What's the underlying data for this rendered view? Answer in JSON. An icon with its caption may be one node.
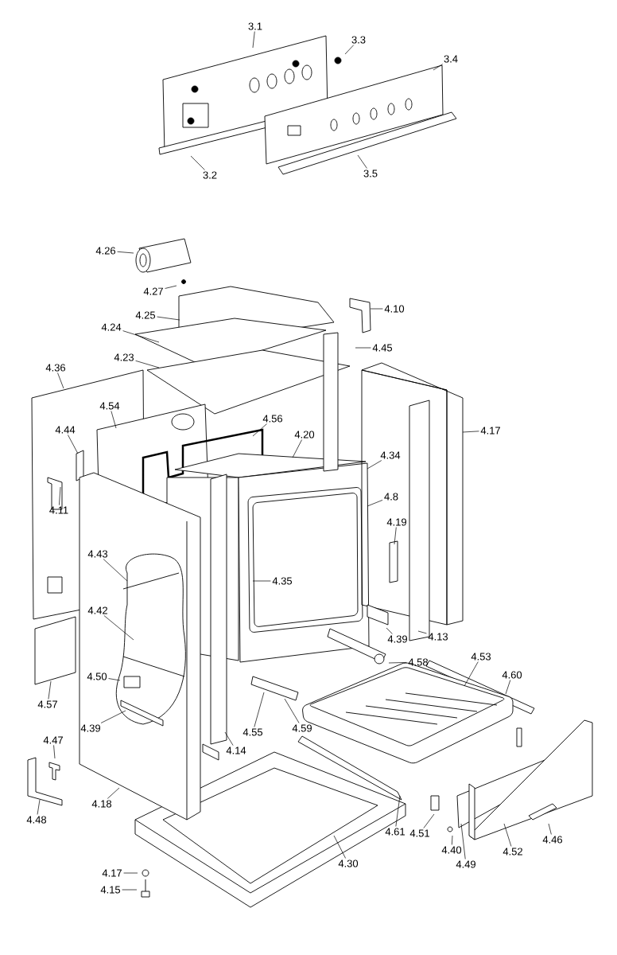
{
  "diagram": {
    "nodes": [
      {
        "text": [
          "3.1"
        ]
      },
      {
        "text": [
          "3.3"
        ]
      },
      {
        "text": [
          "3.4"
        ]
      },
      {
        "text": [
          "3.5"
        ]
      },
      {
        "text": [
          "3.2"
        ]
      },
      {
        "text": [
          "4.26"
        ]
      },
      {
        "text": [
          "4.27"
        ]
      },
      {
        "text": [
          "4.10"
        ]
      },
      {
        "text": [
          "4.25"
        ]
      },
      {
        "text": [
          "4.24"
        ]
      },
      {
        "text": [
          "4.45"
        ]
      },
      {
        "text": [
          "4.23"
        ]
      },
      {
        "text": [
          "4.36"
        ]
      },
      {
        "text": [
          "4.54"
        ]
      },
      {
        "text": [
          "4.56"
        ]
      },
      {
        "text": [
          "4.17"
        ]
      },
      {
        "text": [
          "4.44"
        ]
      },
      {
        "text": [
          "4.20"
        ]
      },
      {
        "text": [
          "4.34"
        ]
      },
      {
        "text": [
          "4.8"
        ]
      },
      {
        "text": [
          "4.11"
        ]
      },
      {
        "text": [
          "4.19"
        ]
      },
      {
        "text": [
          "4.43"
        ]
      },
      {
        "text": [
          "4.35"
        ]
      },
      {
        "text": [
          "4.42"
        ]
      },
      {
        "text": [
          "4.39"
        ]
      },
      {
        "text": [
          "4.13"
        ]
      },
      {
        "text": [
          "4.58"
        ]
      },
      {
        "text": [
          "4.53"
        ]
      },
      {
        "text": [
          "4.60"
        ]
      },
      {
        "text": [
          "4.50"
        ]
      },
      {
        "text": [
          "4.57"
        ]
      },
      {
        "text": [
          "4.39"
        ]
      },
      {
        "text": [
          "4.55"
        ]
      },
      {
        "text": [
          "4.59"
        ]
      },
      {
        "text": [
          "4.14"
        ]
      },
      {
        "text": [
          "4.47"
        ]
      },
      {
        "text": [
          "4.18"
        ]
      },
      {
        "text": [
          "4.48"
        ]
      },
      {
        "text": [
          "4.61"
        ]
      },
      {
        "text": [
          "4.51"
        ]
      },
      {
        "text": [
          "4.40"
        ]
      },
      {
        "text": [
          "4.49"
        ]
      },
      {
        "text": [
          "4.52"
        ]
      },
      {
        "text": [
          "4.46"
        ]
      },
      {
        "text": [
          "4.30"
        ]
      },
      {
        "text": [
          "4.17"
        ]
      },
      {
        "text": [
          "4.15"
        ]
      }
    ],
    "edges": [
      {
        "from": 0,
        "to": null,
        "arrow": "none"
      },
      {
        "from": 1,
        "to": null,
        "arrow": "none"
      },
      {
        "from": 2,
        "to": null,
        "arrow": "none"
      },
      {
        "from": 3,
        "to": null,
        "arrow": "none"
      },
      {
        "from": 4,
        "to": null,
        "arrow": "none"
      },
      {
        "from": 5,
        "to": null,
        "arrow": "none"
      },
      {
        "from": 6,
        "to": null,
        "arrow": "none"
      },
      {
        "from": 7,
        "to": null,
        "arrow": "none"
      },
      {
        "from": 8,
        "to": null,
        "arrow": "none"
      },
      {
        "from": 9,
        "to": null,
        "arrow": "none"
      },
      {
        "from": 10,
        "to": null,
        "arrow": "none"
      },
      {
        "from": 11,
        "to": null,
        "arrow": "none"
      },
      {
        "from": 12,
        "to": null,
        "arrow": "none"
      },
      {
        "from": 13,
        "to": null,
        "arrow": "none"
      },
      {
        "from": 14,
        "to": null,
        "arrow": "none"
      },
      {
        "from": 15,
        "to": null,
        "arrow": "none"
      },
      {
        "from": 16,
        "to": null,
        "arrow": "none"
      },
      {
        "from": 17,
        "to": null,
        "arrow": "none"
      },
      {
        "from": 18,
        "to": null,
        "arrow": "none"
      },
      {
        "from": 19,
        "to": null,
        "arrow": "none"
      },
      {
        "from": 20,
        "to": null,
        "arrow": "none"
      },
      {
        "from": 21,
        "to": null,
        "arrow": "none"
      },
      {
        "from": 22,
        "to": null,
        "arrow": "none"
      },
      {
        "from": 23,
        "to": null,
        "arrow": "none"
      },
      {
        "from": 24,
        "to": null,
        "arrow": "none"
      },
      {
        "from": 25,
        "to": null,
        "arrow": "none"
      },
      {
        "from": 26,
        "to": null,
        "arrow": "none"
      },
      {
        "from": 27,
        "to": null,
        "arrow": "none"
      },
      {
        "from": 28,
        "to": null,
        "arrow": "none"
      },
      {
        "from": 29,
        "to": null,
        "arrow": "none"
      },
      {
        "from": 30,
        "to": null,
        "arrow": "none"
      },
      {
        "from": 31,
        "to": null,
        "arrow": "none"
      },
      {
        "from": 32,
        "to": null,
        "arrow": "none"
      },
      {
        "from": 33,
        "to": null,
        "arrow": "none"
      },
      {
        "from": 34,
        "to": null,
        "arrow": "none"
      },
      {
        "from": 35,
        "to": null,
        "arrow": "none"
      },
      {
        "from": 36,
        "to": null,
        "arrow": "none"
      },
      {
        "from": 37,
        "to": null,
        "arrow": "none"
      },
      {
        "from": 38,
        "to": null,
        "arrow": "none"
      },
      {
        "from": 39,
        "to": null,
        "arrow": "none"
      },
      {
        "from": 40,
        "to": null,
        "arrow": "none"
      },
      {
        "from": 41,
        "to": null,
        "arrow": "none"
      },
      {
        "from": 42,
        "to": null,
        "arrow": "none"
      },
      {
        "from": 43,
        "to": null,
        "arrow": "none"
      },
      {
        "from": 44,
        "to": null,
        "arrow": "none"
      },
      {
        "from": 45,
        "to": null,
        "arrow": "none"
      },
      {
        "from": 46,
        "to": null,
        "arrow": "none"
      },
      {
        "from": 47,
        "to": null,
        "arrow": "none"
      }
    ]
  }
}
